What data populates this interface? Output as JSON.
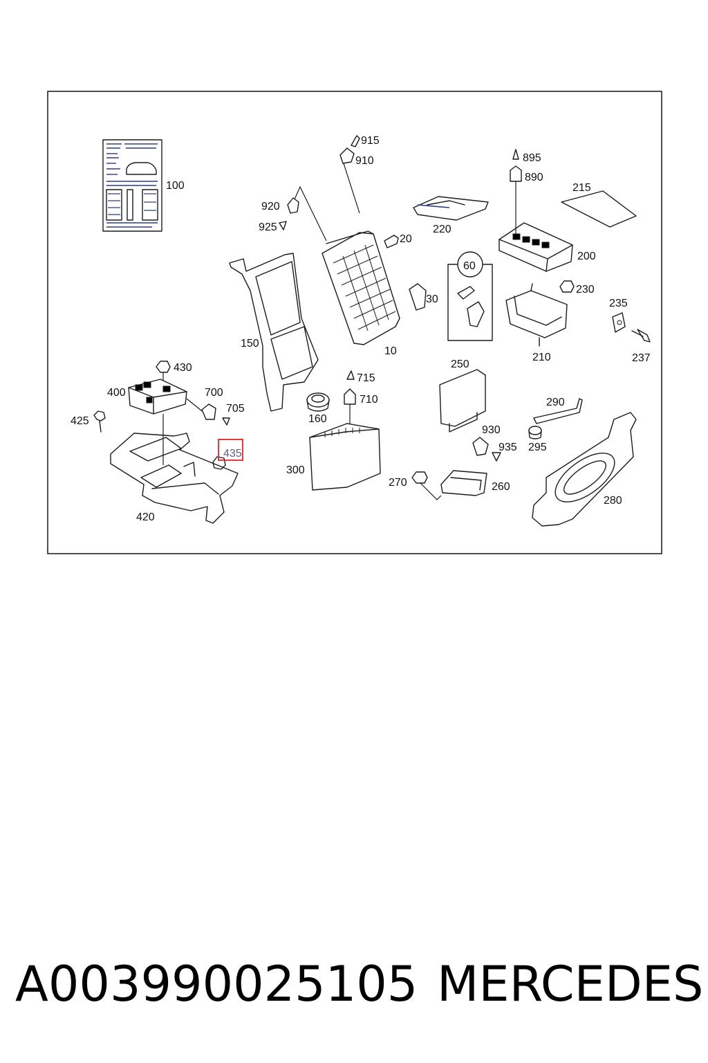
{
  "diagram": {
    "labels": {
      "l915": "915",
      "l910": "910",
      "l895": "895",
      "l890": "890",
      "l215": "215",
      "l100": "100",
      "l920": "920",
      "l925": "925",
      "l20": "20",
      "l220": "220",
      "l200": "200",
      "l60": "60",
      "l230": "230",
      "l30": "30",
      "l235": "235",
      "l150": "150",
      "l10": "10",
      "l210": "210",
      "l237": "237",
      "l430": "430",
      "l250": "250",
      "l715": "715",
      "l400": "400",
      "l700": "700",
      "l710": "710",
      "l705": "705",
      "l290": "290",
      "l425": "425",
      "l160": "160",
      "l930": "930",
      "l435": "435",
      "l935": "935",
      "l295": "295",
      "l300": "300",
      "l270": "270",
      "l260": "260",
      "l280": "280",
      "l420": "420"
    },
    "highlighted_callout": "435",
    "colors": {
      "highlight_box": "#e0242a",
      "highlight_text": "#6a5a8a",
      "line": "#1a1a1a"
    }
  },
  "footer": {
    "part_number": "A003990025105",
    "brand": "MERCEDES"
  }
}
